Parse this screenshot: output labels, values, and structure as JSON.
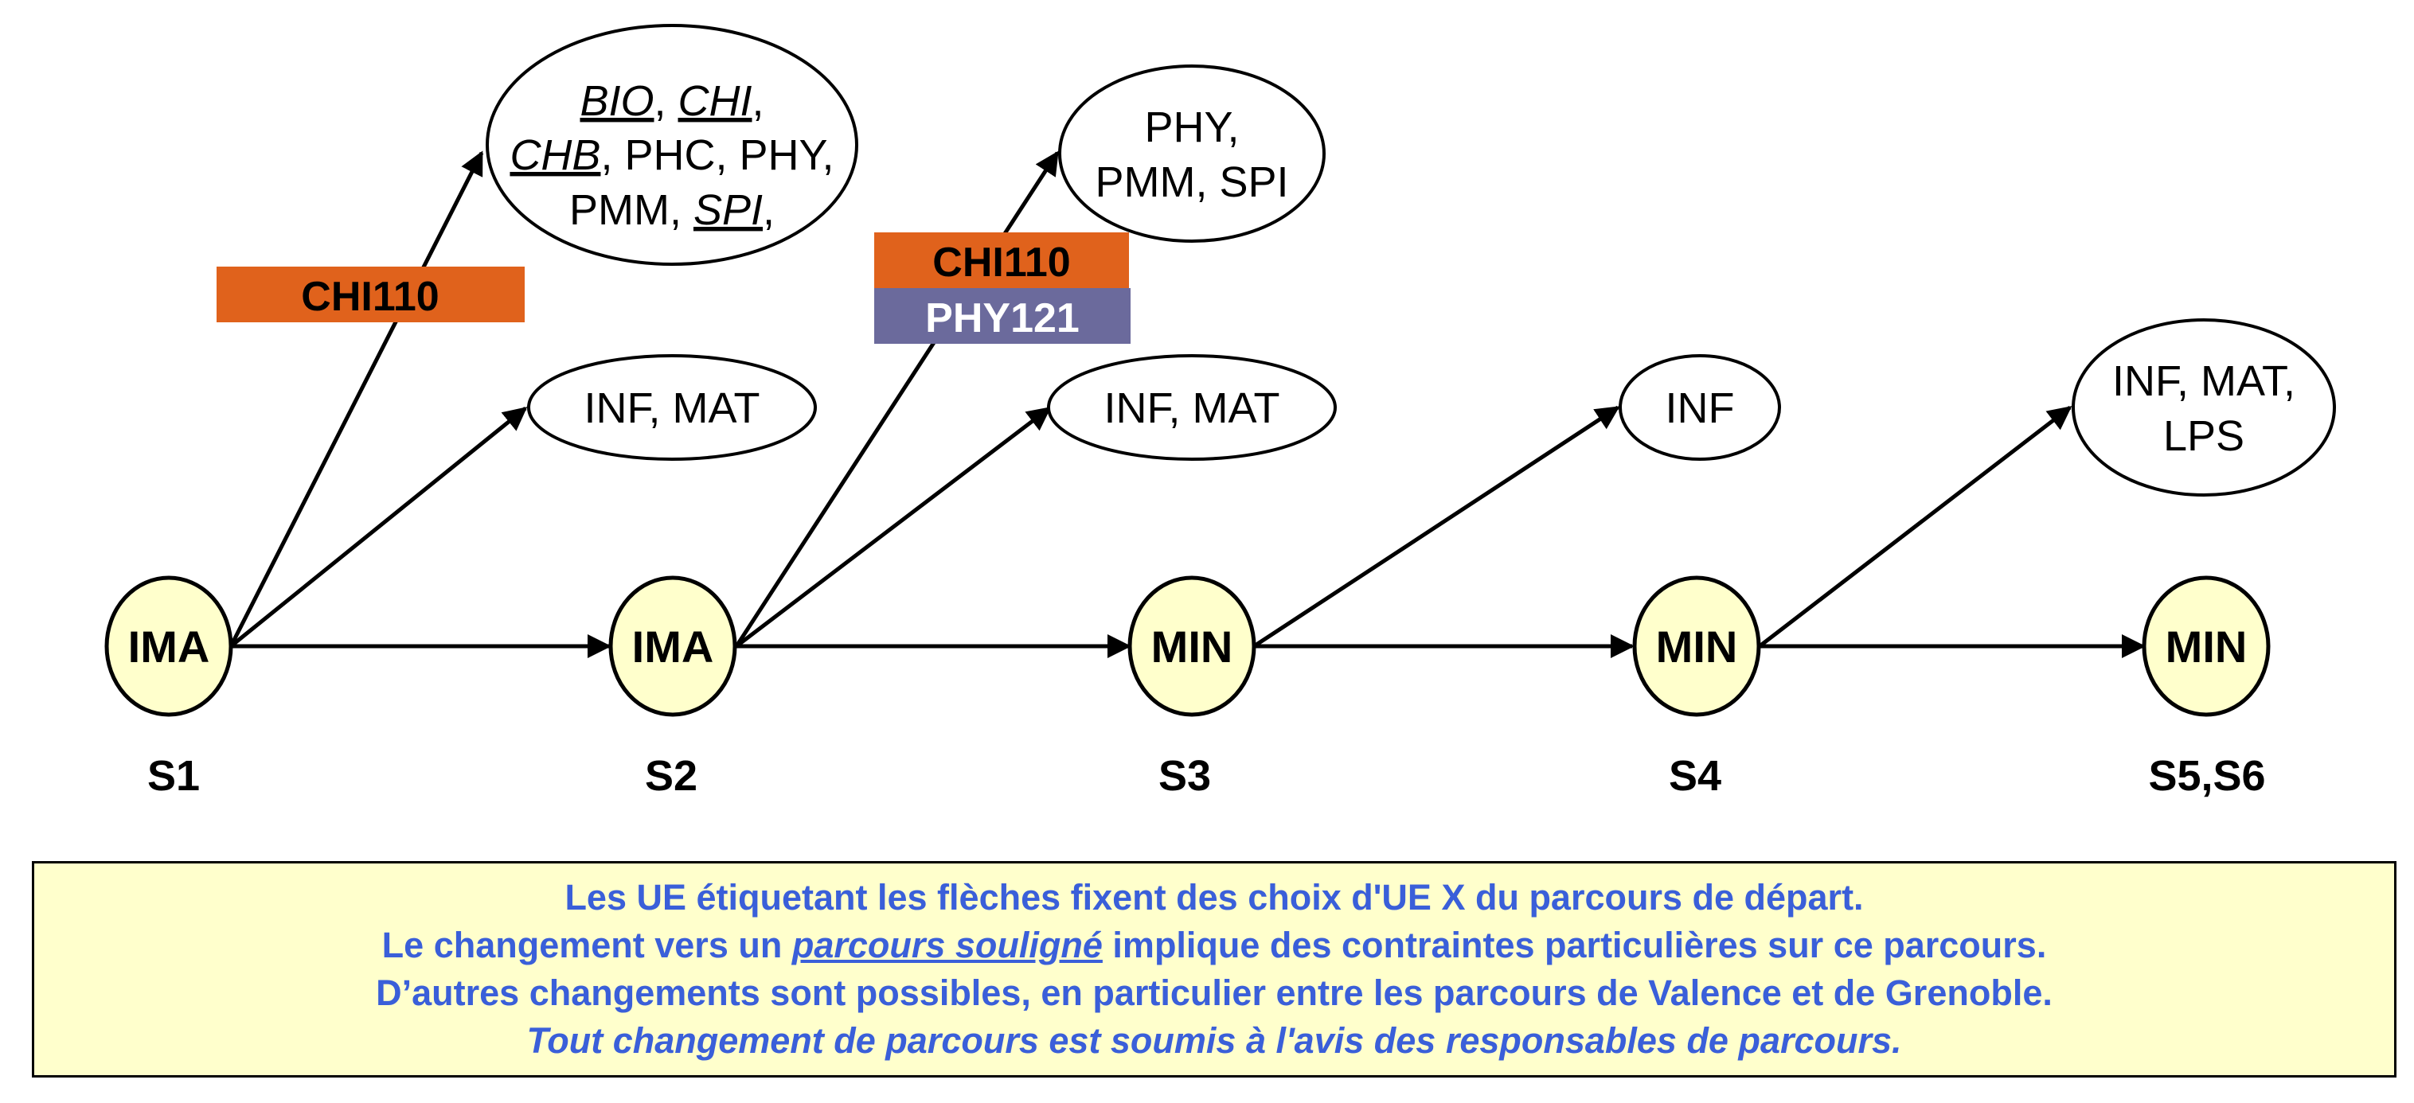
{
  "colors": {
    "node_fill": "#ffffcc",
    "chi110": "#e0621c",
    "phy121": "#6b6a9c",
    "note_text": "#3a5fd9",
    "note_bg": "#ffffcc"
  },
  "semesters": [
    "S1",
    "S2",
    "S3",
    "S4",
    "S5,S6"
  ],
  "nodes": [
    "IMA",
    "IMA",
    "MIN",
    "MIN",
    "MIN"
  ],
  "destinations": {
    "s1_top": {
      "line1": {
        "a": "BIO",
        "sep1": ", ",
        "b": "CHI",
        "sep2": ","
      },
      "line2": {
        "a": "CHB",
        "rest": ", PHC, PHY,"
      },
      "line3": {
        "pre": "PMM, ",
        "a": "SPI",
        "post": ","
      }
    },
    "s1_mid": "INF, MAT",
    "s2_top": {
      "line1": "PHY,",
      "line2": "PMM, SPI"
    },
    "s2_mid": "INF, MAT",
    "s3_top": "INF",
    "s4_top": {
      "line1": "INF, MAT,",
      "line2": "LPS"
    }
  },
  "ue_labels": {
    "s1_chi": "CHI110",
    "s2_chi": "CHI110",
    "s2_phy": "PHY121"
  },
  "note": {
    "line1": "Les UE étiquetant les flèches fixent des choix d'UE X du parcours de départ.",
    "line2_pre": "Le changement vers un ",
    "line2_ul": "parcours souligné",
    "line2_post": " implique des contraintes particulières sur ce parcours.",
    "line3": "D’autres changements sont possibles, en particulier entre les parcours de Valence et de Grenoble.",
    "line4": "Tout changement de parcours est soumis à l'avis des responsables de parcours."
  }
}
